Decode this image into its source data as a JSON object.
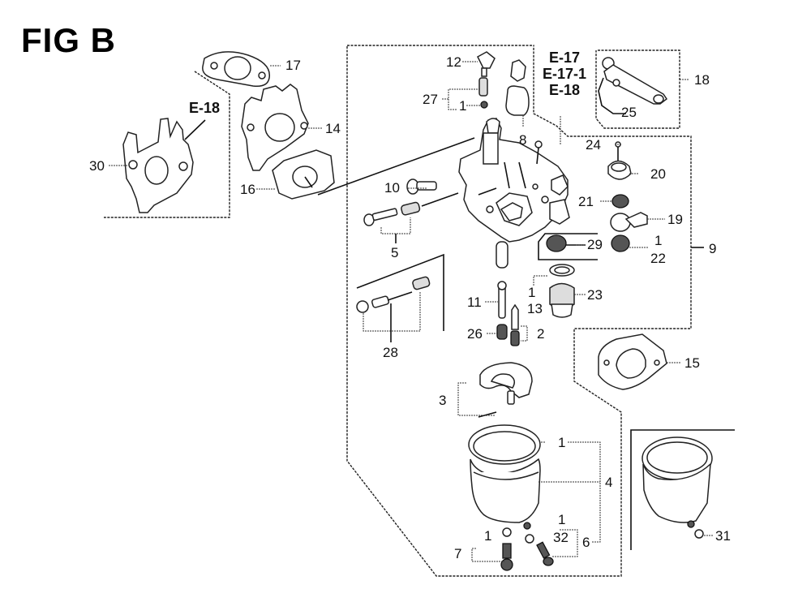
{
  "figure": {
    "title": "FIG B"
  },
  "reference_labels": {
    "left": "E-18",
    "top_center": [
      "E-17",
      "E-17-1",
      "E-18"
    ]
  },
  "callouts": {
    "c30": "30",
    "c17": "17",
    "c14": "14",
    "c16": "16",
    "c12": "12",
    "c27": "27",
    "c1_a": "1",
    "c8": "8",
    "c10": "10",
    "c5": "5",
    "c28": "28",
    "c18": "18",
    "c25": "25",
    "c24": "24",
    "c20": "20",
    "c21": "21",
    "c19": "19",
    "c1_b": "1",
    "c22": "22",
    "c9": "9",
    "c29": "29",
    "c1_c": "1",
    "c13": "13",
    "c23": "23",
    "c11": "11",
    "c26": "26",
    "c2": "2",
    "c15": "15",
    "c3": "3",
    "c1_d": "1",
    "c4": "4",
    "c1_e": "1",
    "c32": "32",
    "c6": "6",
    "c1_f": "1",
    "c7": "7",
    "c31": "31"
  }
}
